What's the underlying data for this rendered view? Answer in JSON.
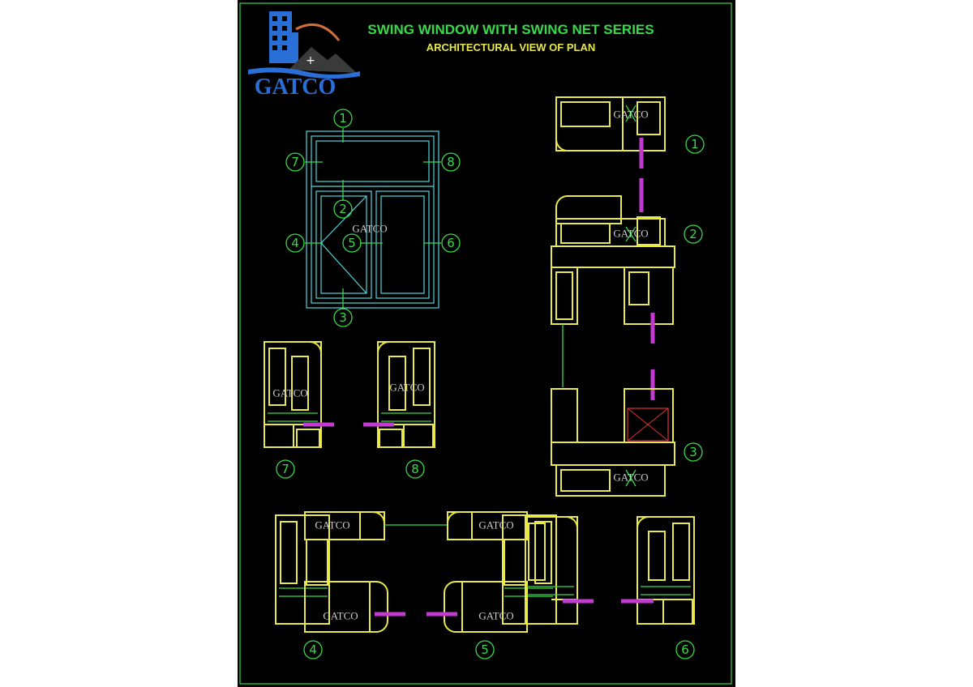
{
  "header": {
    "title": "SWING WINDOW WITH SWING NET SERIES",
    "subtitle": "ARCHITECTURAL VIEW OF PLAN"
  },
  "logo": {
    "text": "GATCO"
  },
  "profile_label": "GATCO",
  "elevation": {
    "markers": [
      "1",
      "2",
      "3",
      "4",
      "5",
      "6",
      "7",
      "8"
    ]
  },
  "sections": {
    "s1": "1",
    "s2": "2",
    "s3": "3",
    "s4": "4",
    "s5": "5",
    "s6": "6",
    "s7": "7",
    "s8": "8"
  },
  "colors": {
    "background": "#000000",
    "frame": "#39d94a",
    "title": "#39d94a",
    "subtitle": "#e8e84a",
    "profile": "#e8e84a",
    "glazing": "#c23ad2",
    "elevation": "#4fd6e0",
    "logo": "#2a6fd6"
  }
}
